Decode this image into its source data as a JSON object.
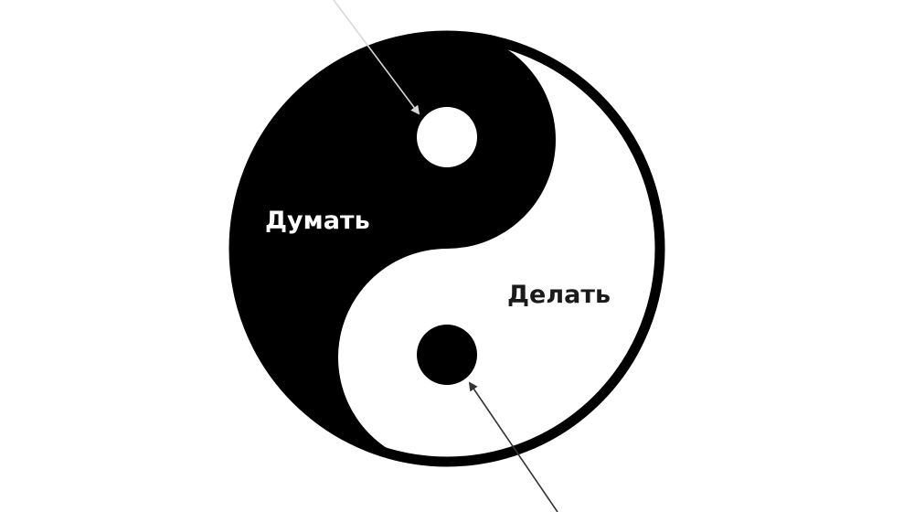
{
  "diagram": {
    "type": "yin-yang",
    "colors": {
      "dark": "#000000",
      "light": "#ffffff",
      "arrow_top": "#d8d8d8",
      "arrow_bottom": "#333333"
    },
    "labels": {
      "dark_side": "Думать",
      "light_side": "Делать"
    }
  }
}
